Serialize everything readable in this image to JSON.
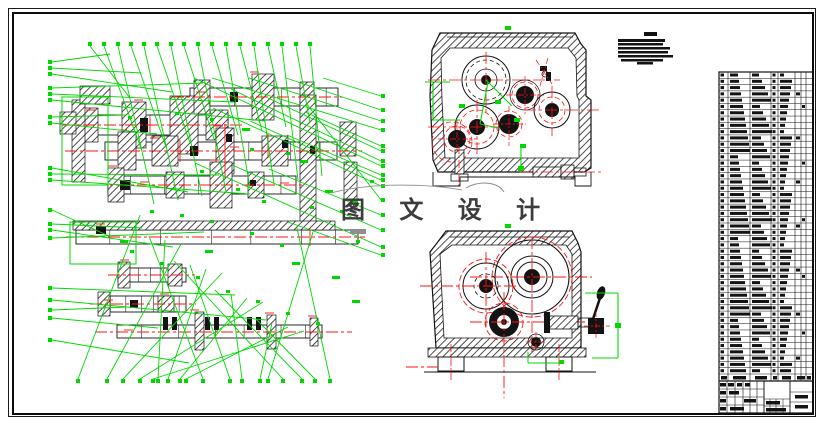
{
  "watermark": {
    "text": "图 文 设 计"
  },
  "palette": {
    "leader_green": "#00d800",
    "centerline_red": "#ff1212",
    "ink_black": "#131313",
    "paper_white": "#ffffff",
    "watermark_gray": "#3c3c3c"
  },
  "notes_block": {
    "heading_legible": false,
    "line_count": 8
  },
  "parts_table": {
    "legible": false,
    "data_row_count": 48,
    "column_count": 8
  },
  "views": {
    "assembly_section": {
      "callout_count_top": 17,
      "callout_count_left": 20,
      "callout_count_right": 16,
      "callout_count_bottom": 18
    },
    "end_view_top": {
      "gear_count": 6
    },
    "end_view_bottom": {
      "gear_count": 4
    }
  }
}
